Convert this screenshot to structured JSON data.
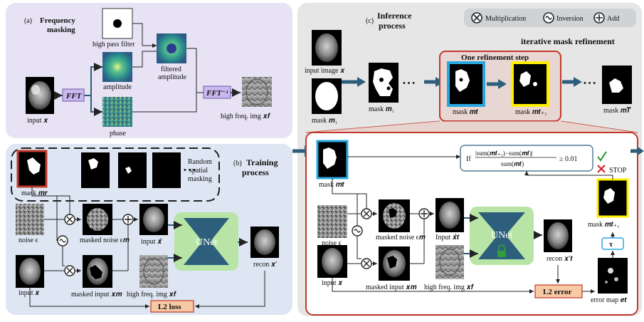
{
  "frequency": {
    "letter": "(a)",
    "title_line1": "Frequency",
    "title_line2": "masking",
    "high_pass_filter": "high pass filter",
    "amplitude": "amplitude",
    "filtered_line1": "filtered",
    "filtered_line2": "amplitude",
    "phase": "phase",
    "input_x": "input 𝒙",
    "fft": "FFT",
    "ifft": "FFT⁻¹",
    "high_freq": "high freq. img 𝒙𝒇"
  },
  "training": {
    "letter": "(b)",
    "title_line1": "Training",
    "title_line2": "process",
    "random_line1": "Random",
    "random_line2": "spatial",
    "random_line3": "masking",
    "ellipsis": "• • •",
    "mask_mr": "mask 𝒎𝒓",
    "noise": "noise ϵ",
    "masked_noise": "masked noise ϵ𝒎",
    "input_xhat": "input 𝒙̂",
    "unet": "UNet",
    "recon": "recon 𝒙′",
    "input_x": "input 𝒙",
    "masked_input": "masked input 𝒙𝒎",
    "high_freq": "high freq. img 𝒙𝒇",
    "loss": "L2 loss"
  },
  "inference": {
    "letter": "(c)",
    "title_line1": "Inference",
    "title_line2": "process",
    "legend": [
      {
        "icon": "multiplication-icon",
        "label": "Multiplication"
      },
      {
        "icon": "inversion-icon",
        "label": "Inversion"
      },
      {
        "icon": "add-icon",
        "label": "Add"
      }
    ],
    "iterative_title": "iterative mask refinement",
    "one_step": "One refinement step",
    "input_image": "input image 𝒙",
    "mask_m1": "mask 𝒎₁",
    "mask_m1_b": "mask 𝒎₁",
    "ellipsis": "• • •",
    "mask_mt": "mask 𝒎𝒕",
    "mask_mt1": "mask 𝒎𝒕₊₁",
    "mask_mT": "mask 𝒎𝑻",
    "cond_prefix": "If",
    "cond_numerator": "|sum(𝒎𝒕₊₁)−sum(𝒎𝒕)|",
    "cond_denominator": "sum(𝒎𝒕)",
    "cond_suffix": "≥ 0.01",
    "stop": "STOP",
    "detail_mask_mt": "mask 𝒎𝒕",
    "noise": "noise ϵ",
    "masked_noise": "masked noise ϵ𝒎",
    "input_xhat": "Input 𝒙̂𝒕",
    "unet": "UNet",
    "recon": "recon 𝒙′𝒕",
    "input_x": "input 𝒙",
    "masked_input": "masked input 𝒙𝒎",
    "high_freq": "high freq. img 𝒙𝒇",
    "error": "L2 error",
    "error_map": "error map 𝒆𝒕",
    "tau": "τ",
    "detail_mask_mt1": "mask 𝒎𝒕₊₁"
  },
  "colors": {
    "panel_a": "#e7e2f4",
    "panel_b": "#dde6f2",
    "panel_c": "#e6e6e6",
    "arrow": "#2d5f7c",
    "unet": "#b8e5a6",
    "loss": "#f7c9a4",
    "blue_frame": "#29a8e0",
    "yellow_frame": "#ffee00",
    "red_frame": "#c0392b"
  }
}
